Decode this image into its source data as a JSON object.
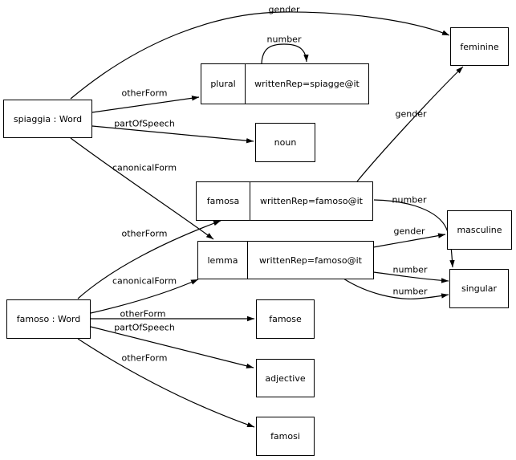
{
  "diagram": {
    "background_color": "#ffffff",
    "line_color": "#000000",
    "node_fill_color": "#ffffff",
    "nodes": {
      "spiaggia_word": {
        "label": "spiaggia : Word"
      },
      "plural": {
        "name": "plural",
        "written_rep": "writtenRep=spiagge@it"
      },
      "noun": {
        "label": "noun"
      },
      "famosa": {
        "name": "famosa",
        "written_rep": "writtenRep=famoso@it"
      },
      "lemma": {
        "name": "lemma",
        "written_rep": "writtenRep=famoso@it"
      },
      "feminine": {
        "label": "feminine"
      },
      "masculine": {
        "label": "masculine"
      },
      "singular": {
        "label": "singular"
      },
      "famoso_word": {
        "label": "famoso : Word"
      },
      "famose": {
        "label": "famose"
      },
      "adjective": {
        "label": "adjective"
      },
      "famosi": {
        "label": "famosi"
      }
    },
    "edges": {
      "spiaggia_feminine_gender": {
        "label": "gender"
      },
      "plural_self_number": {
        "label": "number"
      },
      "spiaggia_plural_otherform": {
        "label": "otherForm"
      },
      "spiaggia_noun_partofspeech": {
        "label": "partOfSpeech"
      },
      "spiaggia_lemma_canonicalform": {
        "label": "canonicalForm"
      },
      "famosa_feminine_gender": {
        "label": "gender"
      },
      "famosa_singular_number": {
        "label": "number"
      },
      "lemma_masculine_gender": {
        "label": "gender"
      },
      "lemma_singular_number_1": {
        "label": "number"
      },
      "lemma_singular_number_2": {
        "label": "number"
      },
      "famoso_famosa_otherform": {
        "label": "otherForm"
      },
      "famoso_lemma_canonicalform": {
        "label": "canonicalForm"
      },
      "famoso_famose_otherform": {
        "label": "otherForm"
      },
      "famoso_adjective_partofspeech": {
        "label": "partOfSpeech"
      },
      "famoso_famosi_otherform": {
        "label": "otherForm"
      }
    }
  }
}
